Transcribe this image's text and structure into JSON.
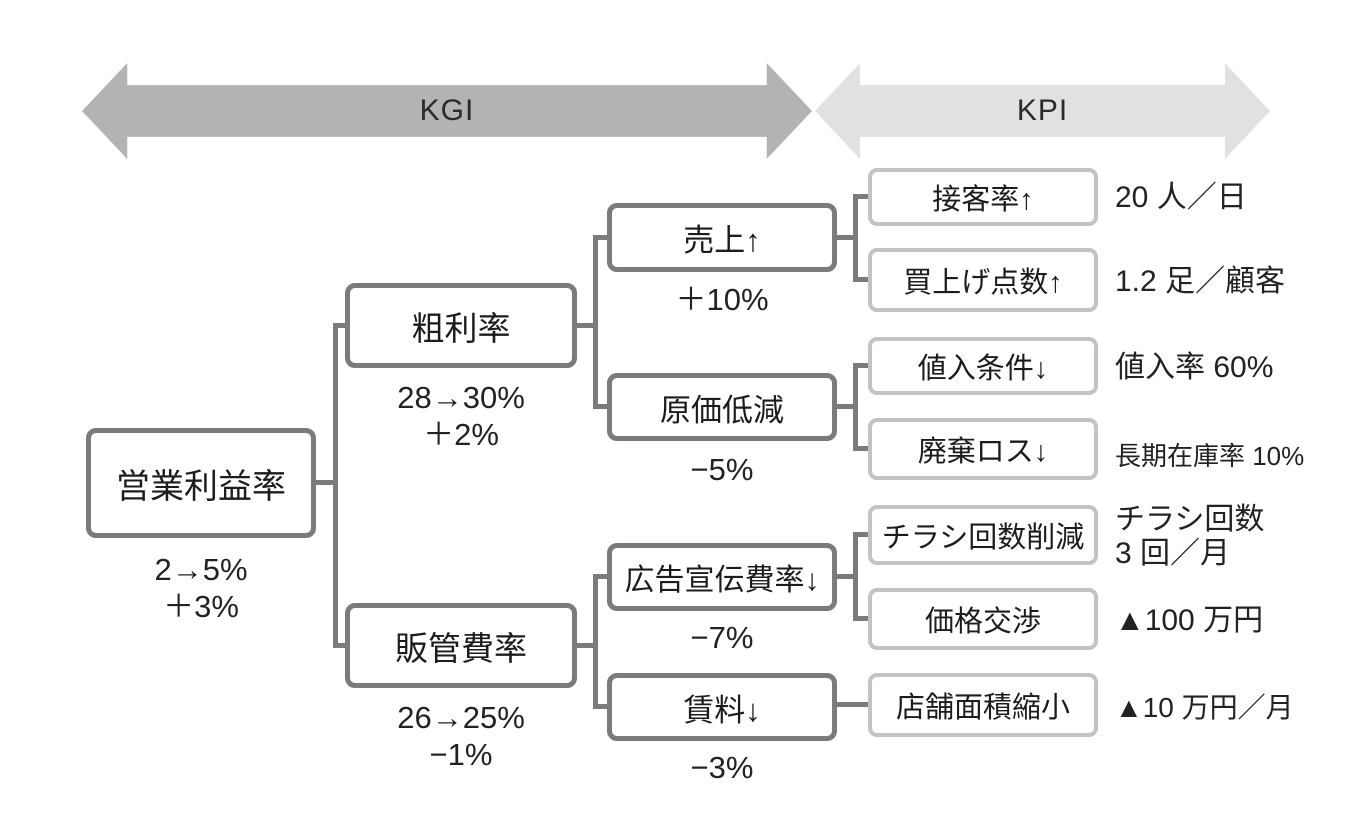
{
  "banner": {
    "kgi": {
      "label": "KGI"
    },
    "kpi": {
      "label": "KPI"
    }
  },
  "colors": {
    "kgi_arrow": "#b3b3b3",
    "kpi_arrow": "#e1e1e1",
    "kgi_box_border": "#7b7b7b",
    "kpi_box_border": "#c3c3c3",
    "connector": "#7b7b7b",
    "text": "#1c1c1c"
  },
  "tree": {
    "root": {
      "label": "営業利益率",
      "change": "2→5%",
      "delta": "＋3%"
    },
    "branches": [
      {
        "label": "粗利率",
        "change": "28→30%",
        "delta": "＋2%"
      },
      {
        "label": "販管費率",
        "change": "26→25%",
        "delta": "−1%"
      }
    ],
    "drivers": [
      {
        "label": "売上↑",
        "delta": "＋10%"
      },
      {
        "label": "原価低減",
        "delta": "−5%"
      },
      {
        "label": "広告宣伝費率↓",
        "delta": "−7%"
      },
      {
        "label": "賃料↓",
        "delta": "−3%"
      }
    ],
    "kpis": [
      {
        "label": "接客率↑",
        "target": "20 人／日"
      },
      {
        "label": "買上げ点数↑",
        "target": "1.2 足／顧客"
      },
      {
        "label": "値入条件↓",
        "target": "値入率 60%"
      },
      {
        "label": "廃棄ロス↓",
        "target": "長期在庫率 10%"
      },
      {
        "label": "チラシ回数削減",
        "target": "チラシ回数\n3 回／月"
      },
      {
        "label": "価格交渉",
        "target": "▲100 万円"
      },
      {
        "label": "店舗面積縮小",
        "target": "▲10 万円／月"
      }
    ]
  }
}
